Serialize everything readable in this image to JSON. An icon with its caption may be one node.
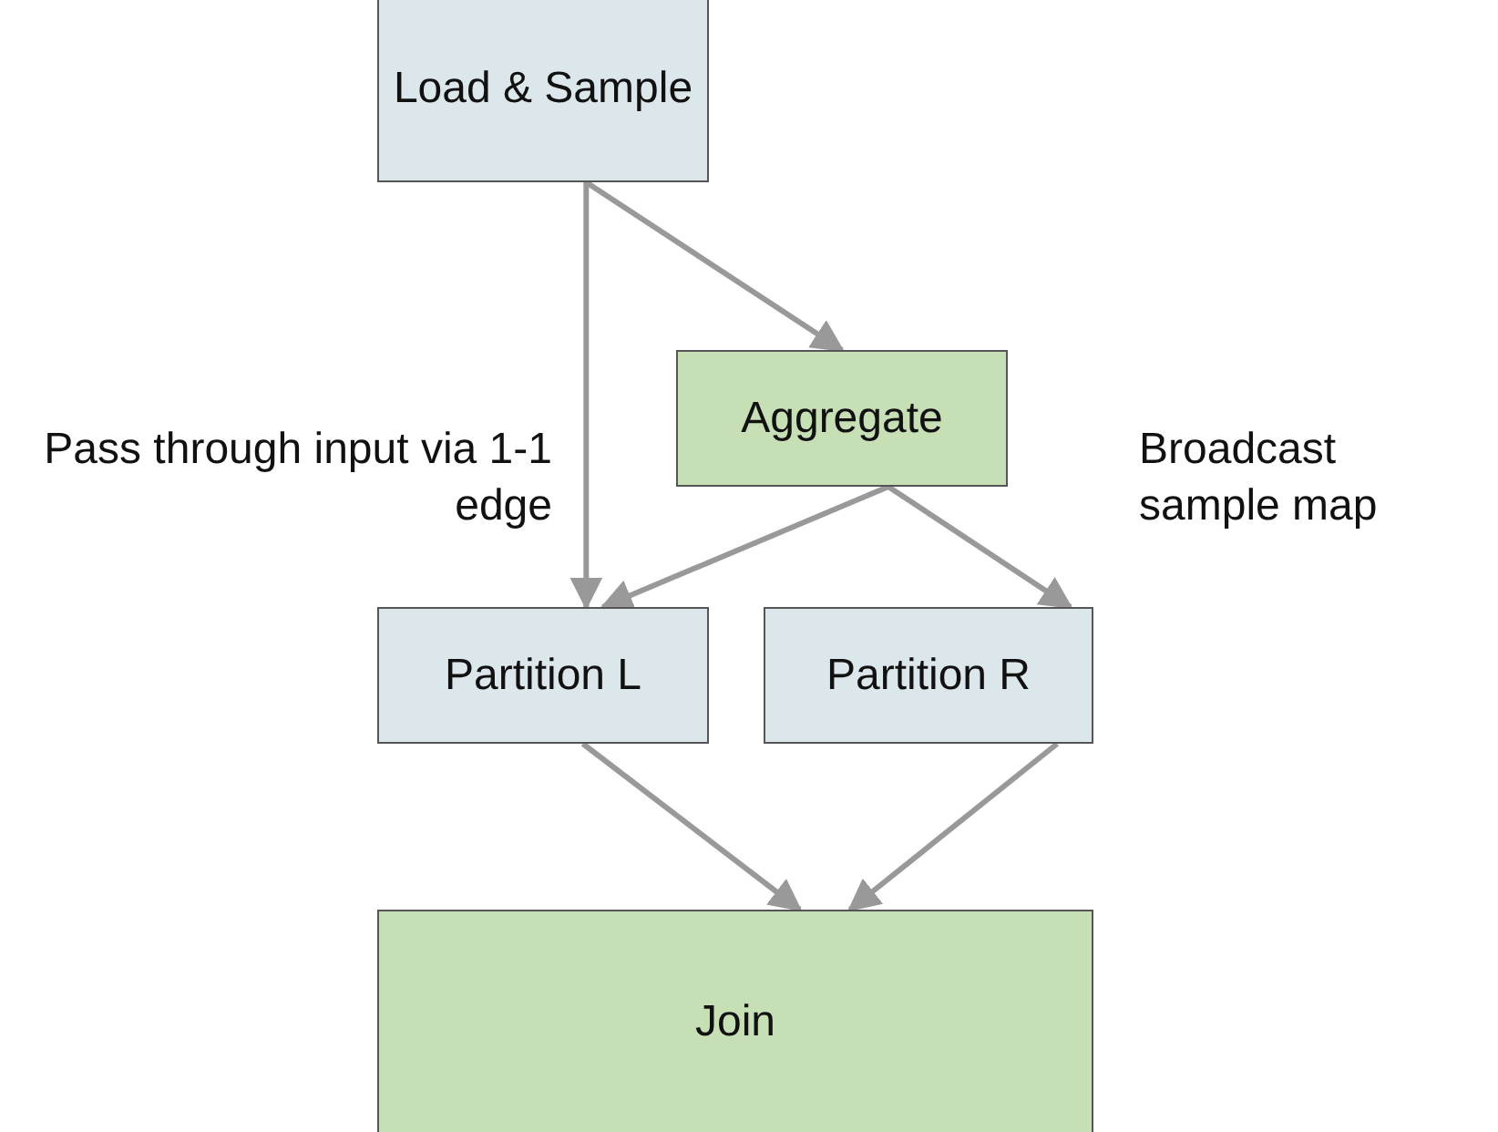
{
  "diagram": {
    "nodes": [
      {
        "text": [
          "Load & Sample"
        ]
      },
      {
        "text": [
          "Aggregate"
        ]
      },
      {
        "text": [
          "Partition L"
        ]
      },
      {
        "text": [
          "Partition R"
        ]
      },
      {
        "text": [
          "Join"
        ]
      }
    ],
    "edges": [
      {
        "from": 0,
        "to": 2,
        "arrow": "to",
        "label": "Pass through input via 1-1 edge"
      },
      {
        "from": 0,
        "to": 1,
        "arrow": "to"
      },
      {
        "from": 1,
        "to": 2,
        "arrow": "to"
      },
      {
        "from": 1,
        "to": 3,
        "arrow": "to",
        "label": "Broadcast sample map"
      },
      {
        "from": 2,
        "to": 4,
        "arrow": "to"
      },
      {
        "from": 3,
        "to": 4,
        "arrow": "to"
      }
    ]
  }
}
